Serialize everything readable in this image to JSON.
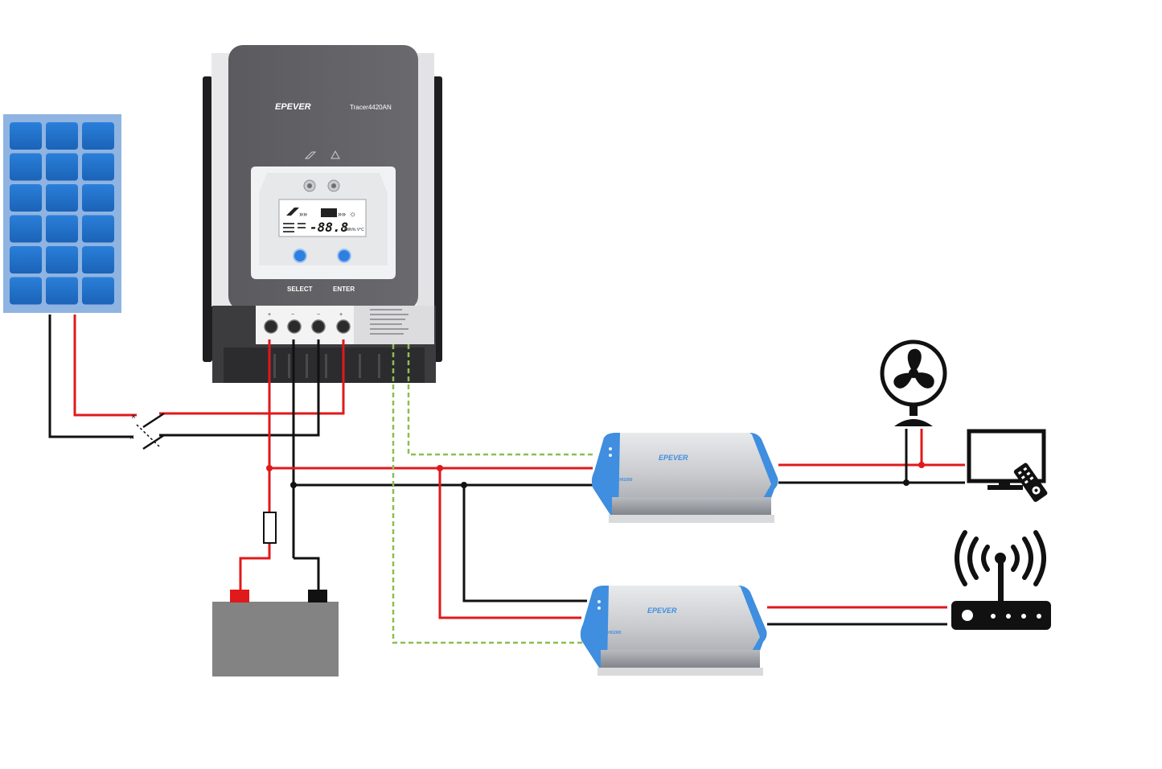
{
  "controller": {
    "brand": "EPEVER",
    "model": "Tracer4420AN",
    "lcd_readout": "-88.8",
    "lcd_units": "kWh% V°C",
    "button_select_label": "SELECT",
    "button_enter_label": "ENTER"
  },
  "inverters": [
    {
      "brand": "EPEVER",
      "model": "SHI1000"
    },
    {
      "brand": "EPEVER",
      "model": "SHI1000"
    }
  ],
  "wire_colors": {
    "positive": "#e0191b",
    "negative": "#111111",
    "communication": "#8dbd52"
  },
  "icons": [
    "solar-panel-icon",
    "battery-icon",
    "fan-icon",
    "tv-icon",
    "remote-control-icon",
    "wifi-router-icon",
    "fuse-icon",
    "switch-icon"
  ]
}
